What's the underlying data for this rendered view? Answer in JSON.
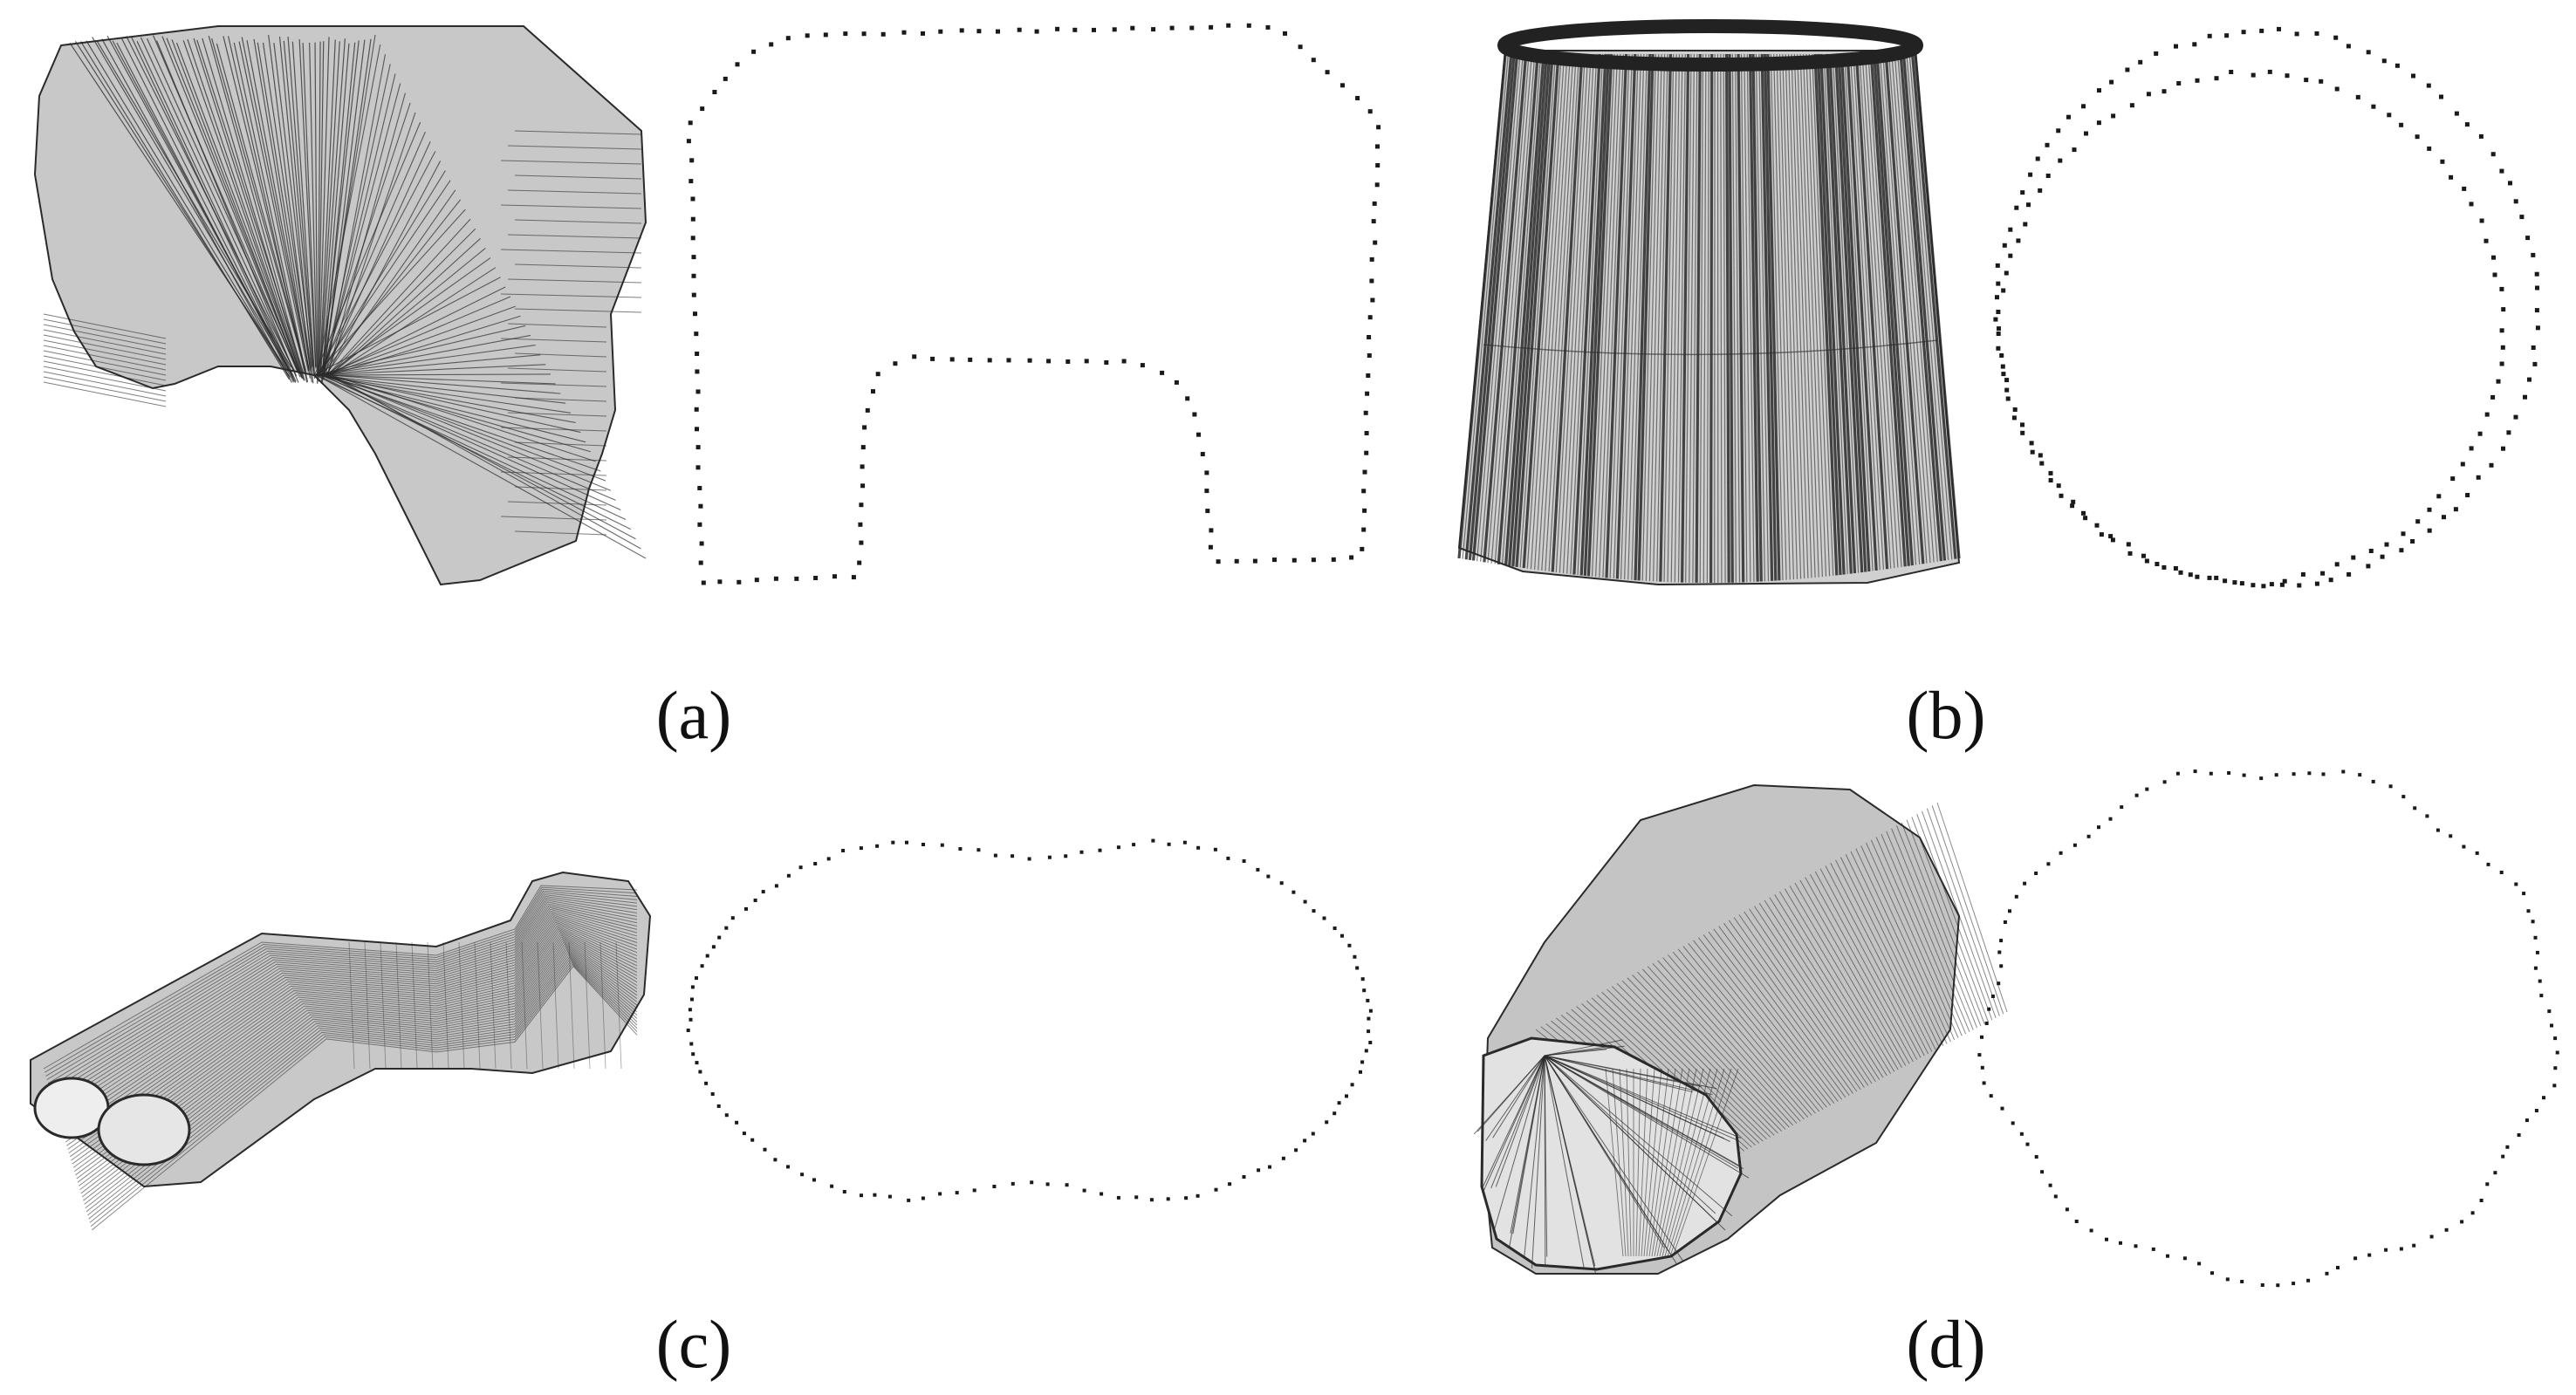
{
  "figure": {
    "panels": [
      {
        "id": "a",
        "label": "(a)",
        "mesh": "extruded-arch-mesh",
        "contour": "arch-slice-contour"
      },
      {
        "id": "b",
        "label": "(b)",
        "mesh": "truncated-cone-mesh",
        "contour": "double-ring-contour"
      },
      {
        "id": "c",
        "label": "(c)",
        "mesh": "bent-double-tube-mesh",
        "contour": "peanut-slice-contour"
      },
      {
        "id": "d",
        "label": "(d)",
        "mesh": "tilted-cylinder-mesh",
        "contour": "round-slice-contour"
      }
    ],
    "colors": {
      "background": "#ffffff",
      "mesh_fill": "#c8c8c8",
      "mesh_line": "#2a2a2a",
      "point": "#1a1a1a",
      "caption": "#111111"
    }
  }
}
